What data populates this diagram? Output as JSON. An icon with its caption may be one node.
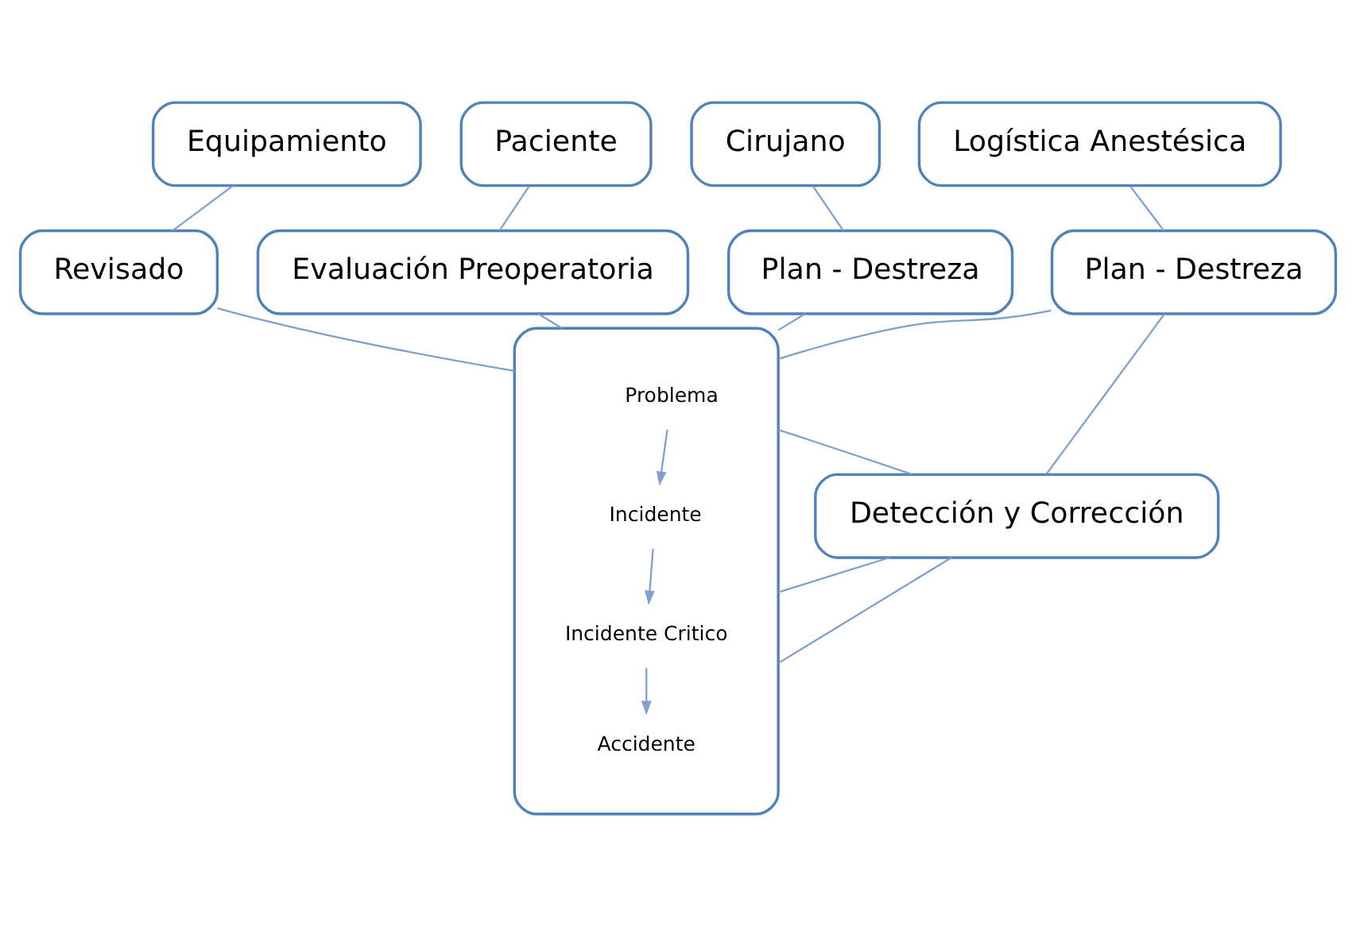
{
  "diagram": {
    "nodes": [
      {
        "text": [
          "Equipamiento"
        ]
      },
      {
        "text": [
          "Revisado"
        ]
      },
      {
        "text": [
          "Paciente"
        ]
      },
      {
        "text": [
          "Evaluación Preoperatoria"
        ]
      },
      {
        "text": [
          "Cirujano"
        ]
      },
      {
        "text": [
          "Plan - Destreza"
        ]
      },
      {
        "text": [
          "Logística Anestésica"
        ]
      },
      {
        "text": [
          "Plan - Destreza"
        ]
      },
      {
        "text": [],
        "shape": "box"
      },
      {
        "text": [
          "Problema"
        ],
        "in": 8
      },
      {
        "text": [
          "Incidente"
        ],
        "in": 8
      },
      {
        "text": [
          "Incidente Critico"
        ],
        "in": 8
      },
      {
        "text": [
          "Accidente"
        ],
        "in": 8
      },
      {
        "text": [
          "Detección y Corrección"
        ]
      }
    ],
    "edges": [
      {
        "from": 0,
        "to": 1,
        "arrow": "none"
      },
      {
        "from": 2,
        "to": 3,
        "arrow": "none"
      },
      {
        "from": 4,
        "to": 5,
        "arrow": "none"
      },
      {
        "from": 6,
        "to": 7,
        "arrow": "none"
      },
      {
        "from": 1,
        "to": 8,
        "arrow": "none"
      },
      {
        "from": 3,
        "to": 8,
        "arrow": "none"
      },
      {
        "from": 5,
        "to": 8,
        "arrow": "none"
      },
      {
        "from": 7,
        "to": 8,
        "arrow": "none"
      },
      {
        "from": 9,
        "to": 10,
        "arrow": "to"
      },
      {
        "from": 10,
        "to": 11,
        "arrow": "to"
      },
      {
        "from": 11,
        "to": 12,
        "arrow": "to"
      },
      {
        "from": 8,
        "to": 13,
        "arrow": "none"
      },
      {
        "from": 8,
        "to": 13,
        "arrow": "none"
      },
      {
        "from": 8,
        "to": 13,
        "arrow": "none"
      },
      {
        "from": 7,
        "to": 13,
        "arrow": "none"
      }
    ]
  }
}
